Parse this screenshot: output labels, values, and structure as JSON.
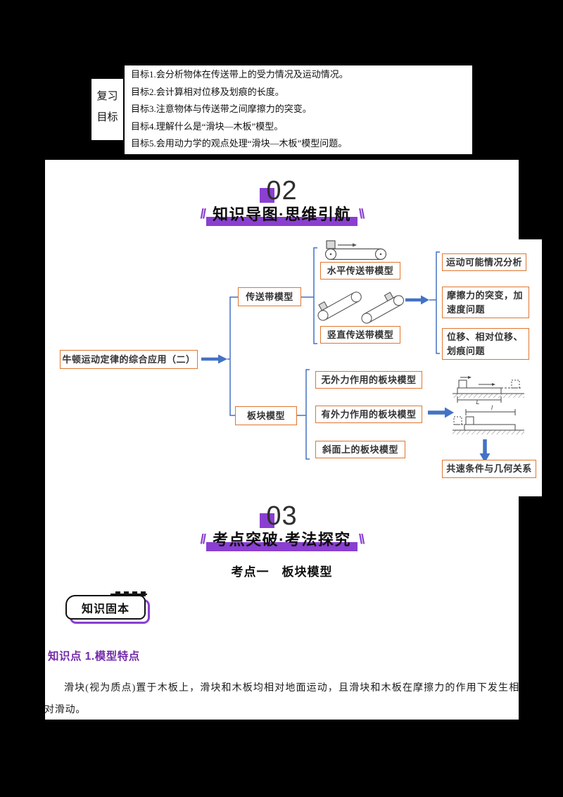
{
  "review": {
    "label_line1": "复习",
    "label_line2": "目标",
    "goals": [
      "目标1.会分析物体在传送带上的受力情况及运动情况。",
      "目标2.会计算相对位移及划痕的长度。",
      "目标3.注意物体与传送带之间摩擦力的突变。",
      "目标4.理解什么是“滑块—木板”模型。",
      "目标5.会用动力学的观点处理“滑块—木板”模型问题。"
    ]
  },
  "section02": {
    "number": "02",
    "title": "知识导图·思维引航",
    "slash_left": "//",
    "slash_right": "\\\\"
  },
  "mindmap": {
    "root": "牛顿运动定律的综合应用（二）",
    "conveyor": {
      "label": "传送带模型",
      "horizontal": "水平传送带模型",
      "vertical": "竖直传送带模型",
      "outcomes": [
        "运动可能情况分析",
        "摩擦力的突变，加速度问题",
        "位移、相对位移、划痕问题"
      ]
    },
    "board": {
      "label": "板块模型",
      "children": [
        "无外力作用的板块模型",
        "有外力作用的板块模型",
        "斜面上的板块模型"
      ],
      "outcome": "共速条件与几何关系"
    },
    "diagram_labels": {
      "L": "L",
      "l": "l"
    }
  },
  "section03": {
    "number": "03",
    "title": "考点突破·考法探究",
    "slash_left": "//",
    "slash_right": "\\\\"
  },
  "exam_point": {
    "title": "考点一　板块模型"
  },
  "badge": {
    "label": "知识固本"
  },
  "knowledge": {
    "heading": "知识点 1.模型特点",
    "body": "滑块(视为质点)置于木板上，滑块和木板均相对地面运动，且滑块和木板在摩擦力的作用下发生相对滑动。"
  },
  "colors": {
    "accent_purple": "#8a3fd1",
    "accent_orange": "#e0762f",
    "accent_blue": "#4472c4"
  }
}
